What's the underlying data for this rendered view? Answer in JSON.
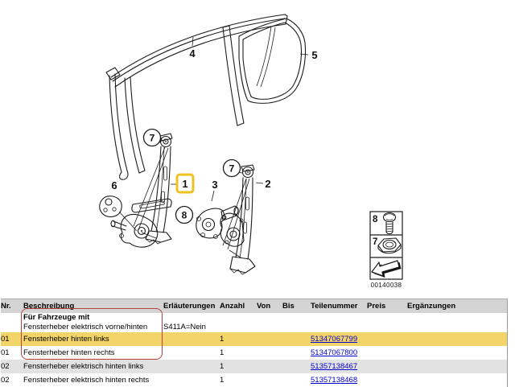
{
  "diagram": {
    "labels": {
      "part1": "1",
      "part2": "2",
      "part3": "3",
      "part4": "4",
      "part5": "5",
      "part6": "6",
      "part7a": "7",
      "part7b": "7",
      "part8": "8",
      "box_screw": "8",
      "box_nut": "7"
    },
    "image_number": "00140038"
  },
  "colors": {
    "highlight_row": "#f3d469",
    "highlight_box_border": "#f0c01e",
    "group_outline_red": "#b5433b",
    "link_blue": "#0000cc",
    "header_gray": "#d4d4d4",
    "alt_row_gray": "#e2e2e2"
  },
  "table": {
    "headers": [
      "Nr.",
      "Beschreibung",
      "Erläuterungen",
      "Anzahl",
      "Von",
      "Bis",
      "Teilenummer",
      "Preis",
      "Ergänzungen"
    ],
    "group": {
      "title": "Für Fahrzeuge mit",
      "subtitle": "Fensterheber elektrisch vorne/hinten",
      "note": "S411A=Nein"
    },
    "rows": [
      {
        "nr": "01",
        "desc": "Fensterheber hinten links",
        "qty": "1",
        "part": "51347067799"
      },
      {
        "nr": "01",
        "desc": "Fensterheber hinten rechts",
        "qty": "1",
        "part": "51347067800"
      },
      {
        "nr": "02",
        "desc": "Fensterheber elektrisch hinten links",
        "qty": "1",
        "part": "51357138467"
      },
      {
        "nr": "02",
        "desc": "Fensterheber elektrisch hinten rechts",
        "qty": "1",
        "part": "51357138468"
      }
    ]
  }
}
